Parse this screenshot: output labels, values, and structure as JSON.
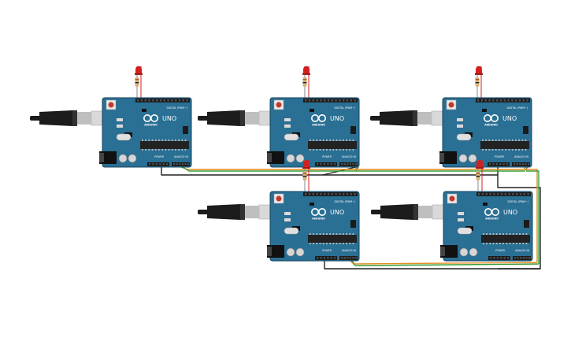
{
  "colors": {
    "board": "#2a6f94",
    "board_dark": "#1d5577",
    "board_edge": "#17445f",
    "header": "#1b1b1b",
    "chip": "#222222",
    "usb": "#d9d9d9",
    "cable": "#1c1c1c",
    "wire_black": "#202020",
    "wire_orange": "#e08a1e",
    "wire_green": "#3d9e3a",
    "led": "#d32020",
    "resistor": "#d9b37a"
  },
  "board_text": {
    "model": "UNO",
    "brand": "ARDUINO",
    "digital_label": "DIGITAL (PWM~)",
    "power_label": "POWER",
    "analog_label": "ANALOG IN"
  },
  "boards": [
    {
      "id": "arduino-1",
      "model_label": "UNO"
    },
    {
      "id": "arduino-2",
      "model_label": "UNO"
    },
    {
      "id": "arduino-3",
      "model_label": "UNO"
    },
    {
      "id": "arduino-4",
      "model_label": "UNO"
    },
    {
      "id": "arduino-5",
      "model_label": "UNO"
    }
  ]
}
